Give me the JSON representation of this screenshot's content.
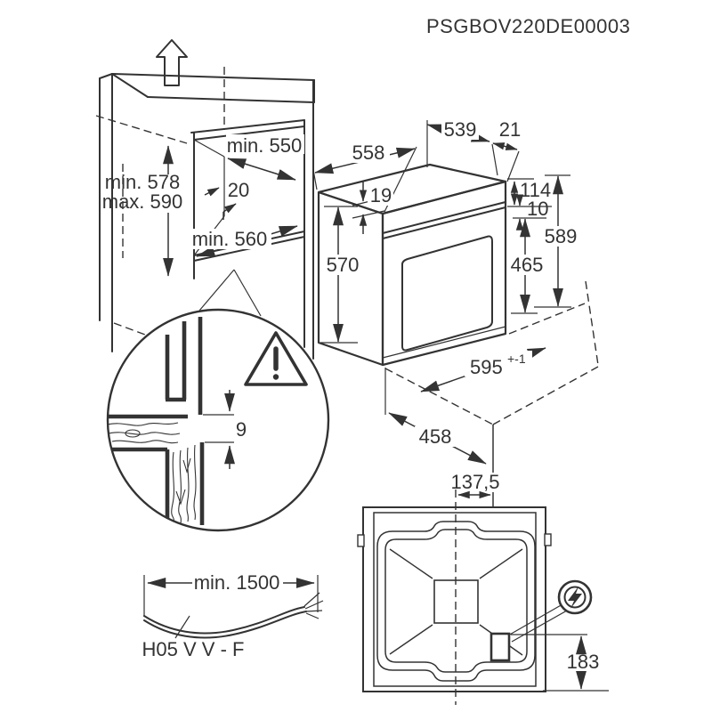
{
  "title": "PSGBOV220DE00003",
  "colors": {
    "line": "#333333",
    "background": "#ffffff"
  },
  "cabinet": {
    "niche_depth_top": "min. 550",
    "rear_gap": "20",
    "niche_width": "min. 560",
    "niche_height_min": "min. 578",
    "niche_height_max": "max. 590",
    "up_arrow_icon": "direction-up"
  },
  "oven": {
    "depth_top": "558",
    "top_width": "539",
    "front_overhang": "21",
    "top_clearance": "19",
    "panel_height": "114",
    "small_gap": "10",
    "total_height": "589",
    "door_height": "465",
    "body_height": "570",
    "front_width": "595",
    "front_width_tolerance": "+-1",
    "bottom_depth": "458"
  },
  "detail": {
    "bracket_gap": "9",
    "warning_icon": "warning-triangle"
  },
  "cable": {
    "min_length": "min. 1500",
    "cable_type": "H05 V V - F"
  },
  "rear_view": {
    "connection_offset_x": "137,5",
    "connection_offset_y": "183",
    "electric_icon": "lightning-bolt"
  }
}
